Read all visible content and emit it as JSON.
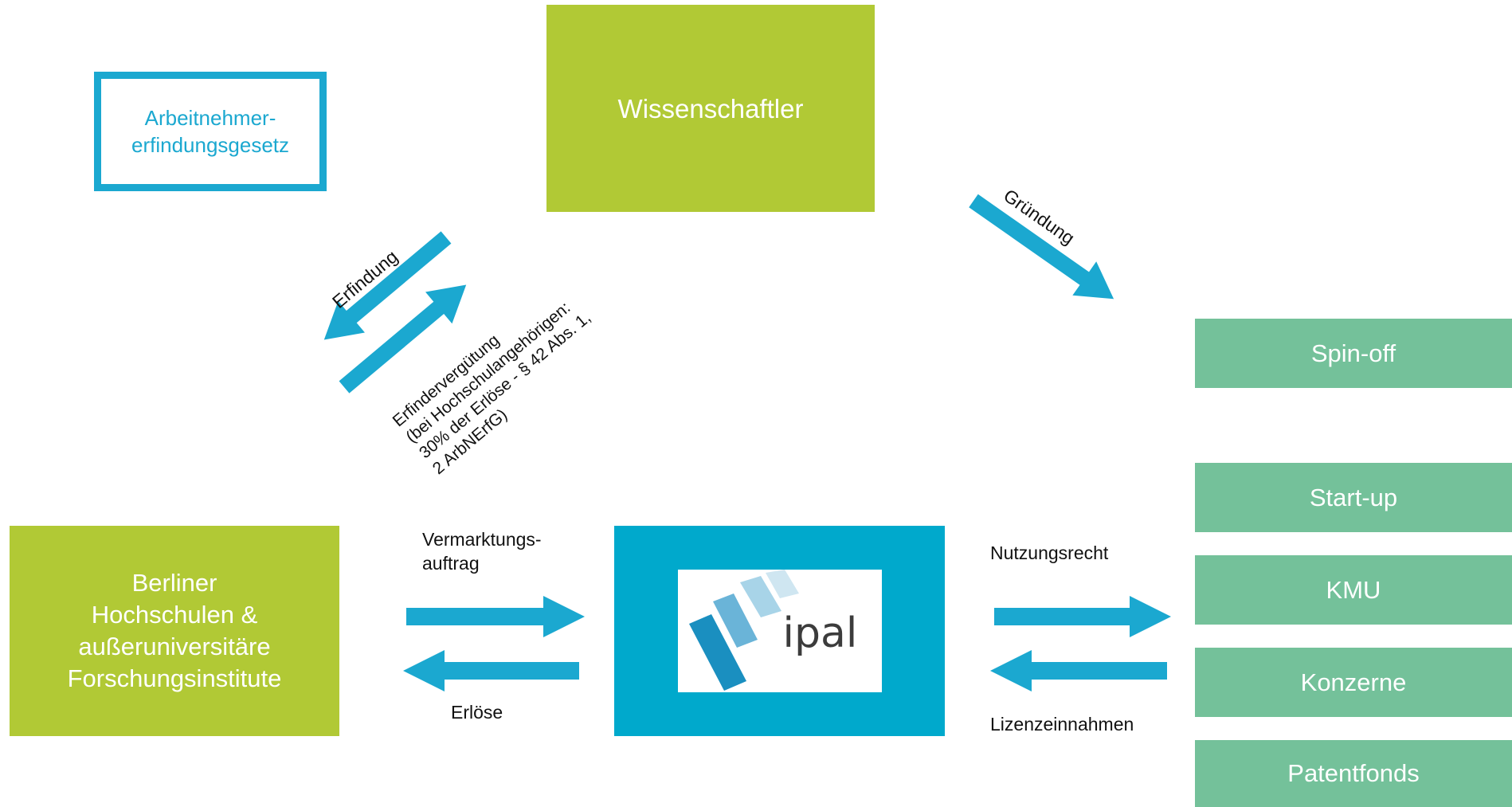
{
  "law_box": {
    "line1": "Arbeitnehmer-",
    "line2": "erfindungsgesetz"
  },
  "scientist": {
    "label": "Wissenschaftler"
  },
  "universities": {
    "line1": "Berliner",
    "line2": "Hochschulen &",
    "line3": "außeruniversitäre",
    "line4": "Forschungsinstitute"
  },
  "ipal": {
    "logo_text": "ipal"
  },
  "targets": [
    {
      "label": "Spin-off"
    },
    {
      "label": "Start-up"
    },
    {
      "label": "KMU"
    },
    {
      "label": "Konzerne"
    },
    {
      "label": "Patentfonds"
    }
  ],
  "arrow_labels": {
    "erfindung": "Erfindung",
    "verguetung_1": "Erfindervergütung",
    "verguetung_2": "(bei Hochschulangehörigen:",
    "verguetung_3": "30% der Erlöse - § 42 Abs. 1,",
    "verguetung_4": "2 ArbNErfG)",
    "gruendung": "Gründung",
    "vermarktung_1": "Vermarktungs-",
    "vermarktung_2": "auftrag",
    "erloese": "Erlöse",
    "nutzungsrecht": "Nutzungsrecht",
    "lizenz": "Lizenzeinnahmen"
  },
  "colors": {
    "green": "#b1c935",
    "teal": "#74c19a",
    "blue": "#00a9cc"
  }
}
